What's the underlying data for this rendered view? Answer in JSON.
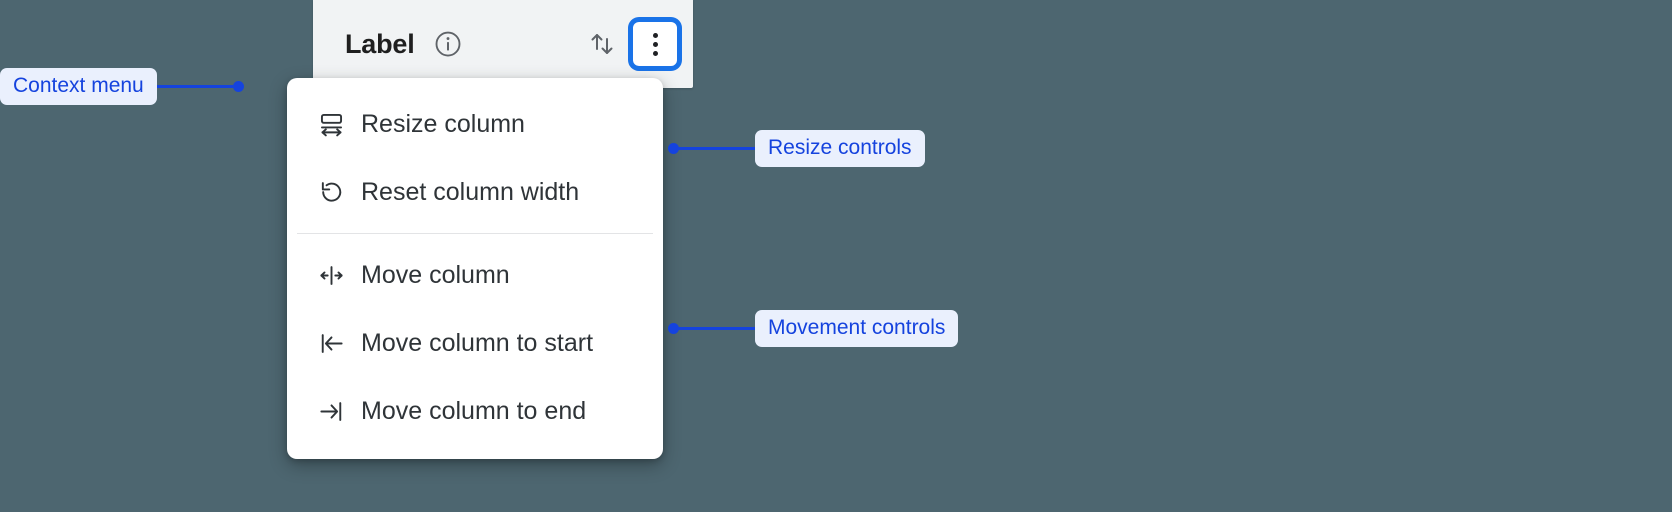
{
  "background_color": "#4d6670",
  "accent_color": "#1543de",
  "focus_ring_color": "#1a73e8",
  "column_header": {
    "label": "Label",
    "info_icon": "info-circle-icon",
    "sort_icon": "sort-arrows-icon",
    "kebab_icon": "more-vert-icon"
  },
  "context_menu": {
    "groups": [
      {
        "name": "resize-controls",
        "items": [
          {
            "icon": "resize-column-icon",
            "label": "Resize column"
          },
          {
            "icon": "reset-width-icon",
            "label": "Reset column width"
          }
        ]
      },
      {
        "name": "movement-controls",
        "items": [
          {
            "icon": "move-column-icon",
            "label": "Move column"
          },
          {
            "icon": "move-to-start-icon",
            "label": "Move column to start"
          },
          {
            "icon": "move-to-end-icon",
            "label": "Move column to end"
          }
        ]
      }
    ]
  },
  "annotations": [
    {
      "id": "context-menu",
      "label": "Context menu"
    },
    {
      "id": "resize",
      "label": "Resize controls"
    },
    {
      "id": "movement",
      "label": "Movement controls"
    }
  ]
}
